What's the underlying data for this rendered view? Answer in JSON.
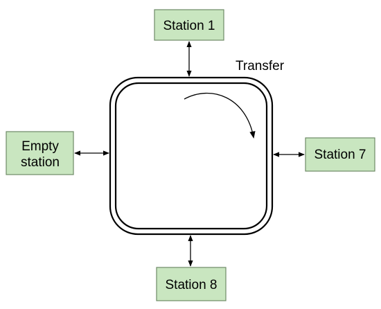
{
  "title": "",
  "nodes": {
    "station_1": {
      "label": "Station 1"
    },
    "station_7": {
      "label": "Station 7"
    },
    "station_8": {
      "label": "Station 8"
    },
    "empty_station": {
      "label_lines": [
        "Empty",
        "station"
      ]
    }
  },
  "track": {
    "shape": "double-line rounded square loop",
    "direction_label": "Transfer",
    "direction": "clockwise"
  },
  "connections": [
    {
      "from": "station_1",
      "to": "track",
      "arrows": "both"
    },
    {
      "from": "station_7",
      "to": "track",
      "arrows": "both"
    },
    {
      "from": "station_8",
      "to": "track",
      "arrows": "both"
    },
    {
      "from": "empty_station",
      "to": "track",
      "arrows": "both"
    }
  ],
  "colors": {
    "box_fill": "#c9e6c0",
    "box_stroke": "#6d8a66",
    "lines": "#000000"
  }
}
